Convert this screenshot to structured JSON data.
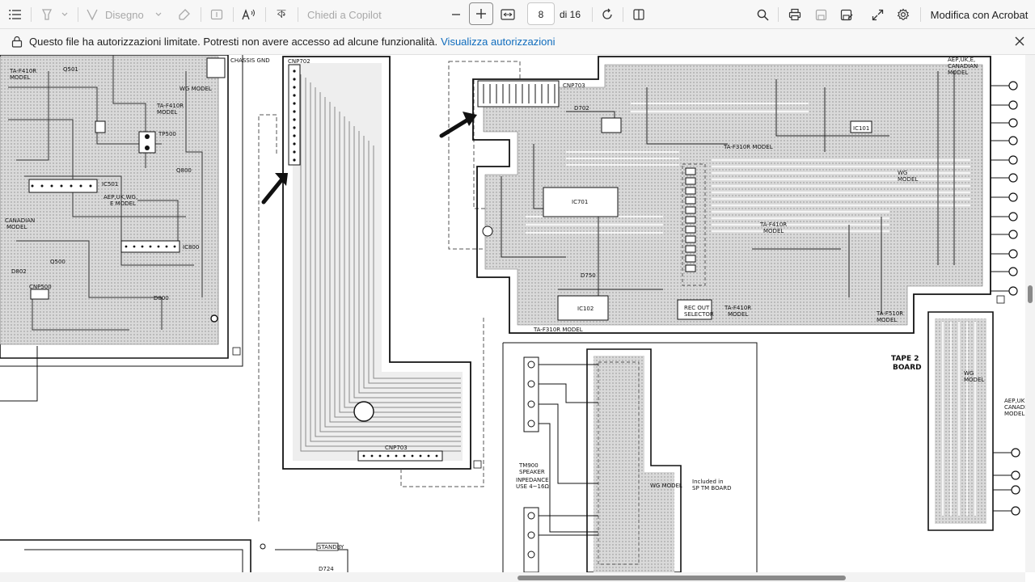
{
  "toolbar": {
    "draw_label": "Disegno",
    "copilot_label": "Chiedi a Copilot",
    "page_current": "8",
    "page_total": "di 16",
    "acrobat_label": "Modifica con Acrobat"
  },
  "notice": {
    "message": "Questo file ha autorizzazioni limitate. Potresti non avere accesso ad alcune funzionalità.",
    "link": "Visualizza autorizzazioni"
  },
  "schematic": {
    "labels_left": {
      "ta_f410r_1": "TA-F410R",
      "model_1": "MODEL",
      "wg_model_1": "WG MODEL",
      "chassis_gnd": "CHASSIS GND",
      "ta_f410r_2": "TA-F410R",
      "model_2": "MODEL",
      "tp500": "TP500",
      "ic501": "IC501",
      "aep_uk_wg": "AEP,UK,WG,",
      "e_model": "E MODEL",
      "canadian": "CANADIAN",
      "model_3": "MODEL",
      "ic800": "IC800",
      "d800": "D800",
      "d802": "D802",
      "cnp500": "CNP500",
      "q500": "Q500",
      "q501": "Q501",
      "q800": "Q800",
      "standby": "STANDBY",
      "d724": "D724"
    },
    "labels_middle": {
      "cnp702": "CNP702",
      "cnp703": "CNP703"
    },
    "labels_right": {
      "cnp703r": "CNP703",
      "d702": "D702",
      "ta_f310r_model": "TA-F310R MODEL",
      "ic701": "IC701",
      "ic101": "IC101",
      "ta_f410r_model": "TA-F410R",
      "model_r": "MODEL",
      "wg_model_r": "WG",
      "model_r2": "MODEL",
      "d750": "D750",
      "ic102": "IC102",
      "ta_f310r_model_b": "TA-F310R MODEL",
      "rec_out": "REC OUT",
      "selector": "SELECTOR",
      "ta_f410r_b": "TA-F410R",
      "model_b": "MODEL",
      "ta_f510r": "TA-F510R",
      "model_c": "MODEL",
      "aep_uk_e": "AEP,UK,E,",
      "canadian_r": "CANADIAN",
      "model_d": "MODEL",
      "tape2": "TAPE 2",
      "board": "BOARD",
      "wg_model_t": "WG",
      "model_t": "MODEL",
      "aep_uk_can": "AEP,UK,",
      "canadi_model": "CANADI",
      "model_t2": "MODEL",
      "tm900": "TM900",
      "speaker": "SPEAKER",
      "impedance": "INPEDANCE",
      "use": "USE 4~16Ω",
      "wg_model_s": "WG MODEL",
      "included": "Included in",
      "sp_tm": "SP TM BOARD"
    }
  }
}
